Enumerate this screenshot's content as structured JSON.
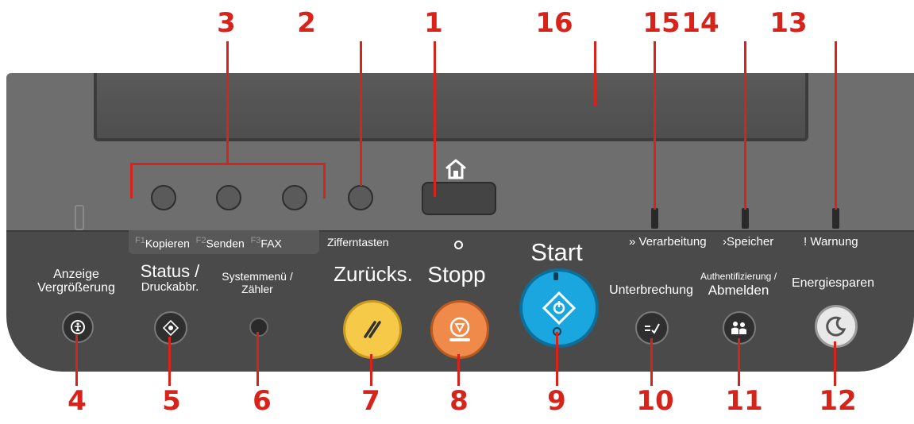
{
  "callout_numbers": {
    "n1": "1",
    "n2": "2",
    "n3": "3",
    "n4": "4",
    "n5": "5",
    "n6": "6",
    "n7": "7",
    "n8": "8",
    "n9": "9",
    "n10": "10",
    "n11": "11",
    "n12": "12",
    "n13": "13",
    "n14": "14",
    "n15": "15",
    "n16": "16"
  },
  "function_keys": {
    "f1": "F1",
    "kopieren": "Kopieren",
    "f2": "F2",
    "senden": "Senden",
    "f3": "F3",
    "fax": "FAX"
  },
  "labels": {
    "zifferntasten": "Zifferntasten",
    "start": "Start",
    "zuruecks": "Zurücks.",
    "stopp": "Stopp",
    "verarbeitung": "Verarbeitung",
    "speicher": "Speicher",
    "warnung": "Warnung",
    "anzeige_line1": "Anzeige",
    "anzeige_line2": "Vergrößerung",
    "status_line1": "Status /",
    "status_line2": "Druckabbr.",
    "system_line1": "Systemmenü /",
    "system_line2": "Zähler",
    "unterbrechung": "Unterbrechung",
    "auth_line1": "Authentifizierung /",
    "auth_line2": "Abmelden",
    "energiesparen": "Energiesparen"
  },
  "icons": {
    "home": "home-icon",
    "start": "start-diamond-icon",
    "stop": "stop-icon",
    "reset": "reset-slash-icon",
    "accessibility": "accessibility-icon",
    "status": "status-eye-icon",
    "interrupt": "interrupt-icon",
    "auth": "user-group-icon",
    "power": "power-moon-icon"
  },
  "colors": {
    "callout": "#d8231a",
    "reset_button": "#f7c948",
    "stop_button": "#f08a4b",
    "start_button": "#1aa7e0",
    "panel": "#4a4a4a"
  }
}
